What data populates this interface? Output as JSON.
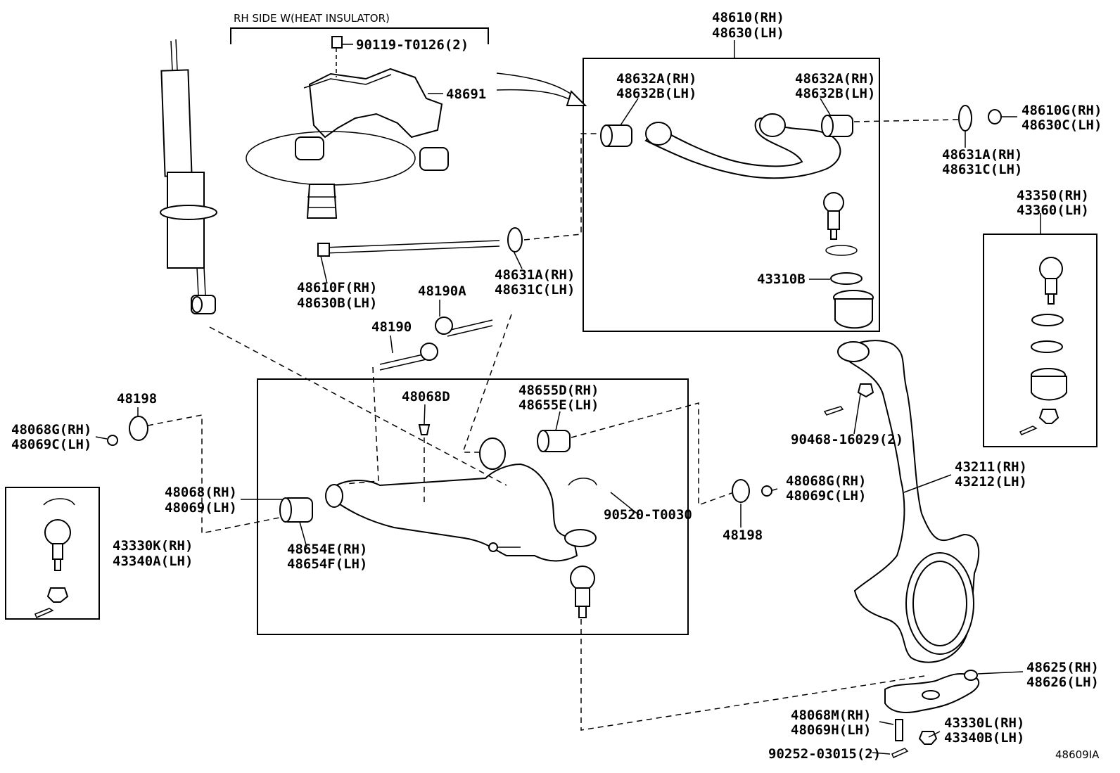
{
  "diagram_id": "48609IA",
  "heat_insulator_note": "RH SIDE W(HEAT INSULATOR)",
  "labels": {
    "bolt_90119": "90119-T0126(2)",
    "insulator_48691": "48691",
    "upper_arm_rh": "48610(RH)",
    "upper_arm_lh": "48630(LH)",
    "bush_left_rh": "48632A(RH)",
    "bush_left_lh": "48632B(LH)",
    "bush_right_rh": "48632A(RH)",
    "bush_right_lh": "48632B(LH)",
    "nut_upper_rh": "48610G(RH)",
    "nut_upper_lh": "48630C(LH)",
    "washer_upper_right_rh": "48631A(RH)",
    "washer_upper_right_lh": "48631C(LH)",
    "bolt_upper_rh": "48610F(RH)",
    "bolt_upper_lh": "48630B(LH)",
    "washer_upper_left_rh": "48631A(RH)",
    "washer_upper_left_lh": "48631C(LH)",
    "ring_43310B": "43310B",
    "ball_joint_upper_rh": "43350(RH)",
    "ball_joint_upper_lh": "43360(LH)",
    "cam_bolt_48190A": "48190A",
    "cam_bolt_48190": "48190",
    "bumper_48068D": "48068D",
    "bush_lower_front_rh": "48655D(RH)",
    "bush_lower_front_lh": "48655E(LH)",
    "cam_plate_left": "48198",
    "nut_lower_left_rh": "48068G(RH)",
    "nut_lower_left_lh": "48069C(LH)",
    "lower_arm_rh": "48068(RH)",
    "lower_arm_lh": "48069(LH)",
    "bush_lower_rear_rh": "48654E(RH)",
    "bush_lower_rear_lh": "48654F(LH)",
    "snap_ring": "90520-T0030",
    "ball_joint_lower_rh": "43330K(RH)",
    "ball_joint_lower_lh": "43340A(LH)",
    "nut_lower_right_rh": "48068G(RH)",
    "nut_lower_right_lh": "48069C(LH)",
    "cam_plate_right": "48198",
    "clip_90468": "90468-16029(2)",
    "knuckle_rh": "43211(RH)",
    "knuckle_lh": "43212(LH)",
    "stopper_rh": "48625(RH)",
    "stopper_lh": "48626(LH)",
    "bolt_stopper_rh": "48068M(RH)",
    "bolt_stopper_lh": "48069H(LH)",
    "nut_stopper_rh": "43330L(RH)",
    "nut_stopper_lh": "43340B(LH)",
    "cotter_pin": "90252-03015(2)"
  }
}
